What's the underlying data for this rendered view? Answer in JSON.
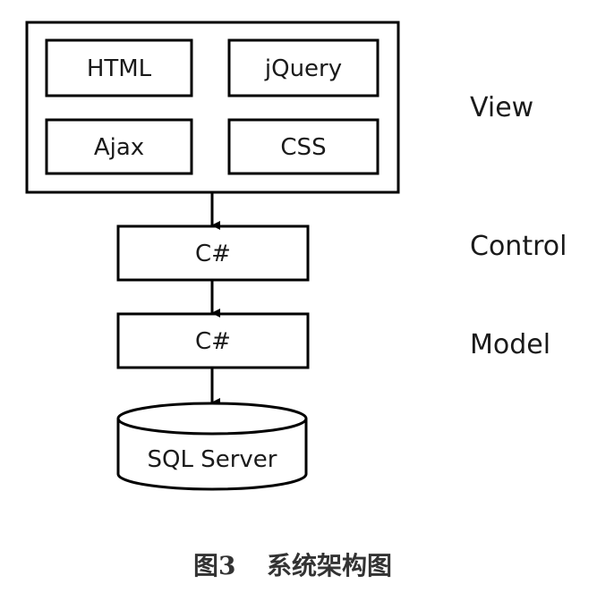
{
  "view": {
    "components": [
      "HTML",
      "jQuery",
      "Ajax",
      "CSS"
    ],
    "layer_label": "View"
  },
  "control": {
    "box_label": "C#",
    "layer_label": "Control"
  },
  "model": {
    "box_label": "C#",
    "layer_label": "Model"
  },
  "database": {
    "label": "SQL Server"
  },
  "caption": {
    "figure": "图3",
    "title": "系统架构图"
  }
}
